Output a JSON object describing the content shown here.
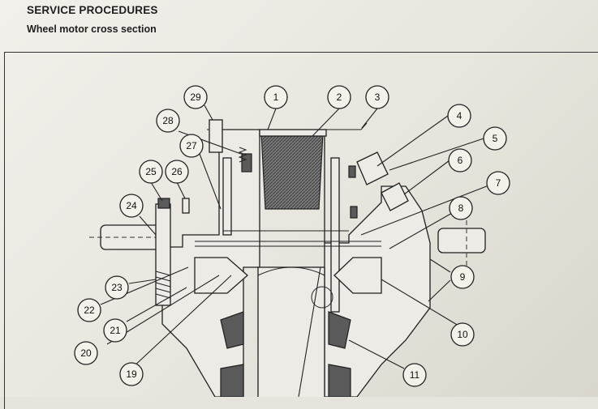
{
  "header": {
    "title": "SERVICE PROCEDURES",
    "subtitle": "Wheel motor cross section"
  },
  "callouts": [
    "1",
    "2",
    "3",
    "4",
    "5",
    "6",
    "7",
    "8",
    "9",
    "10",
    "11",
    "19",
    "20",
    "21",
    "22",
    "23",
    "24",
    "25",
    "26",
    "27",
    "28",
    "29"
  ]
}
